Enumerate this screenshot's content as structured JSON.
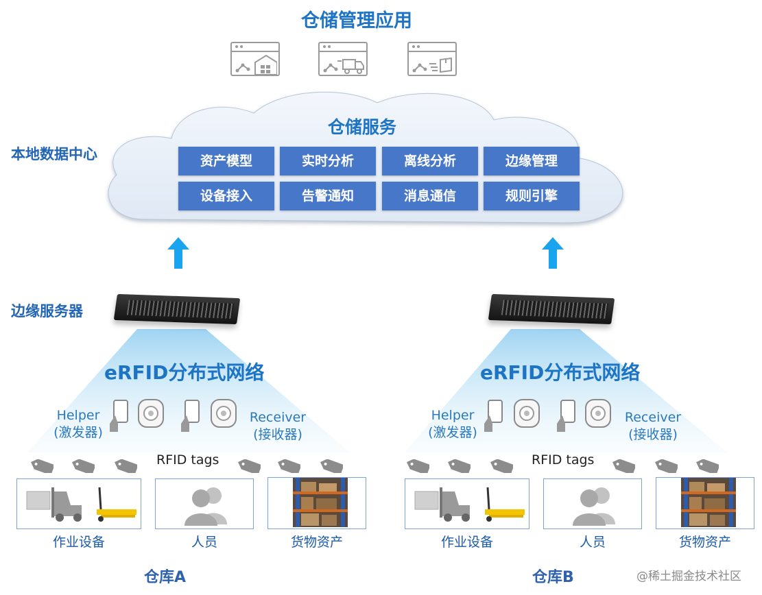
{
  "title": "仓储管理应用",
  "app_icons": [
    "warehouse-dashboard-icon",
    "delivery-truck-dashboard-icon",
    "package-dashboard-icon"
  ],
  "cloud": {
    "title": "仓储服务",
    "services": [
      "资产模型",
      "实时分析",
      "离线分析",
      "边缘管理",
      "设备接入",
      "告警通知",
      "消息通信",
      "规则引擎"
    ]
  },
  "labels": {
    "data_center": "本地数据中心",
    "edge_server": "边缘服务器"
  },
  "warehouses": [
    {
      "network_title": "eRFID分布式网络",
      "helper": {
        "line1": "Helper",
        "line2": "(激发器)"
      },
      "receiver": {
        "line1": "Receiver",
        "line2": "(接收器)"
      },
      "tags_label": "RFID tags",
      "categories": [
        "作业设备",
        "人员",
        "货物资产"
      ],
      "name": "仓库A"
    },
    {
      "network_title": "eRFID分布式网络",
      "helper": {
        "line1": "Helper",
        "line2": "(激发器)"
      },
      "receiver": {
        "line1": "Receiver",
        "line2": "(接收器)"
      },
      "tags_label": "RFID tags",
      "categories": [
        "作业设备",
        "人员",
        "货物资产"
      ],
      "name": "仓库B"
    }
  ],
  "watermark": "@稀土掘金技术社区",
  "colors": {
    "title_blue": "#1e74c4",
    "service_blue": "#4777c8",
    "arrow_blue": "#1aa3ee"
  }
}
